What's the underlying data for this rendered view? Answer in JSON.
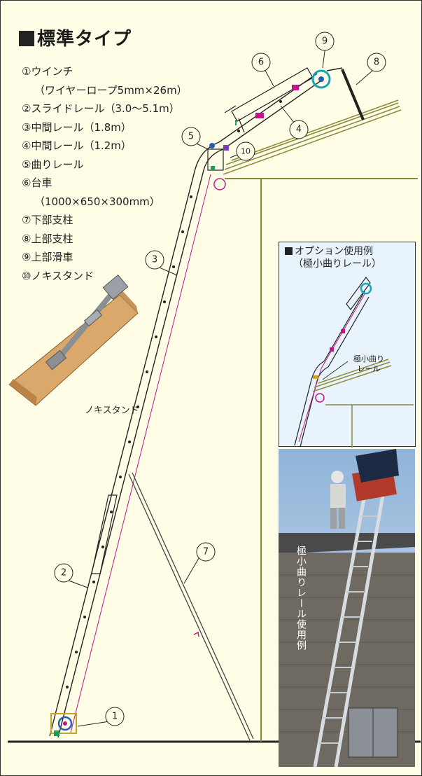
{
  "title": "標準タイプ",
  "parts": [
    {
      "text": "①ウインチ",
      "cont": false
    },
    {
      "text": "（ワイヤーロープ5mm×26m）",
      "cont": true
    },
    {
      "text": "②スライドレール（3.0～5.1m）",
      "cont": false
    },
    {
      "text": "③中間レール（1.8m）",
      "cont": false
    },
    {
      "text": "④中間レール（1.2m）",
      "cont": false
    },
    {
      "text": "⑤曲りレール",
      "cont": false
    },
    {
      "text": "⑥台車",
      "cont": false
    },
    {
      "text": "（1000×650×300mm）",
      "cont": true
    },
    {
      "text": "⑦下部支柱",
      "cont": false
    },
    {
      "text": "⑧上部支柱",
      "cont": false
    },
    {
      "text": "⑨上部滑車",
      "cont": false
    },
    {
      "text": "⑩ノキスタンド",
      "cont": false
    }
  ],
  "callouts": [
    "1",
    "2",
    "3",
    "4",
    "5",
    "6",
    "7",
    "8",
    "9",
    "10"
  ],
  "nokistand_caption": "ノキスタンド",
  "option": {
    "title": "オプション使用例",
    "subtitle": "（極小曲りレール）",
    "label_line1": "極小曲り",
    "label_line2": "レール"
  },
  "photo_caption": "極小曲りレール使用例",
  "colors": {
    "background": "#fffde6",
    "option_bg": "#e8f3fb",
    "rail": "#222222",
    "wire": "#c0168c",
    "roof": "#8b8b3c"
  }
}
